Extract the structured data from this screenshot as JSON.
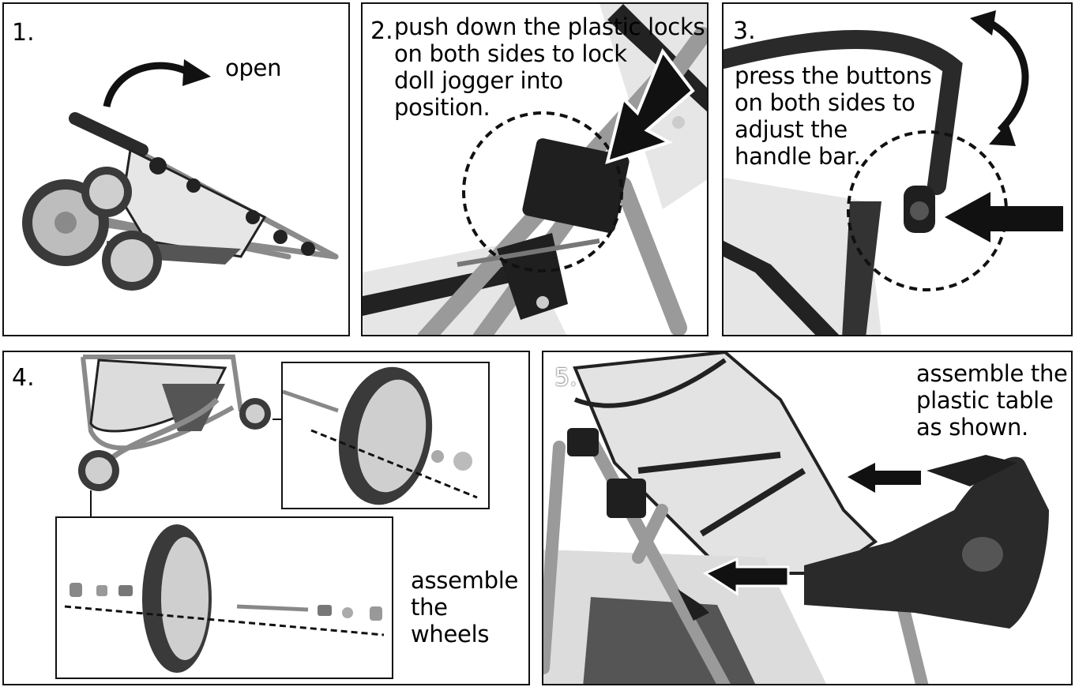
{
  "steps": [
    {
      "number": "1.",
      "lines": [
        "open"
      ]
    },
    {
      "number": "2.",
      "lines": [
        "push down the plastic locks",
        "on both sides to lock",
        "doll jogger into",
        "position."
      ]
    },
    {
      "number": "3.",
      "lines": [
        "press the buttons",
        "on both sides to",
        "adjust the",
        "handle bar."
      ]
    },
    {
      "number": "4.",
      "lines": [
        "assemble",
        "the",
        "wheels"
      ]
    },
    {
      "number": "5.",
      "lines": [
        "assemble the",
        "plastic table",
        "as shown."
      ]
    }
  ],
  "colors": {
    "ink": "#111111",
    "frame": "#8a8a8a",
    "fabric": "#e6e6e6",
    "dark": "#2a2a2a",
    "wheel": "#3a3a3a",
    "hub": "#bdbdbd"
  }
}
